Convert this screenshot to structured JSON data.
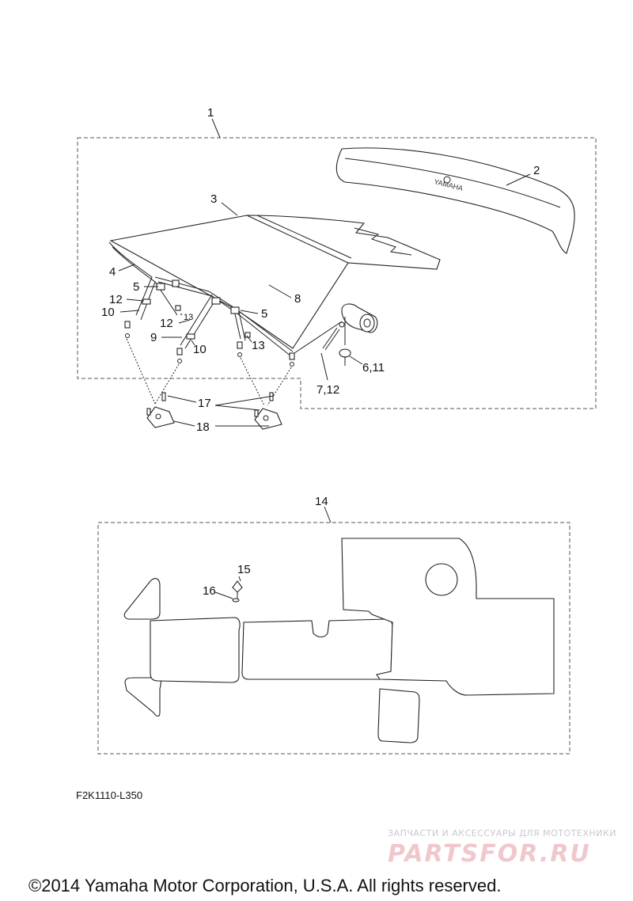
{
  "callouts": {
    "c1": "1",
    "c2": "2",
    "c3": "3",
    "c4": "4",
    "c5a": "5",
    "c5b": "5",
    "c6_11": "6,11",
    "c7_12": "7,12",
    "c8": "8",
    "c9": "9",
    "c10a": "10",
    "c10b": "10",
    "c12a": "12",
    "c12b": "12",
    "c13a": "13",
    "c13b": "13",
    "c14": "14",
    "c15": "15",
    "c16": "16",
    "c17": "17",
    "c18": "18"
  },
  "brand_on_part": "YAMAHA",
  "diagram_code": "F2K1110-L350",
  "watermark": {
    "tagline": "ЗАПЧАСТИ И АКСЕССУАРЫ ДЛЯ МОТОТЕХНИКИ",
    "logo": "PARTSFOR.RU"
  },
  "copyright": "©2014 Yamaha Motor Corporation, U.S.A. All rights reserved."
}
